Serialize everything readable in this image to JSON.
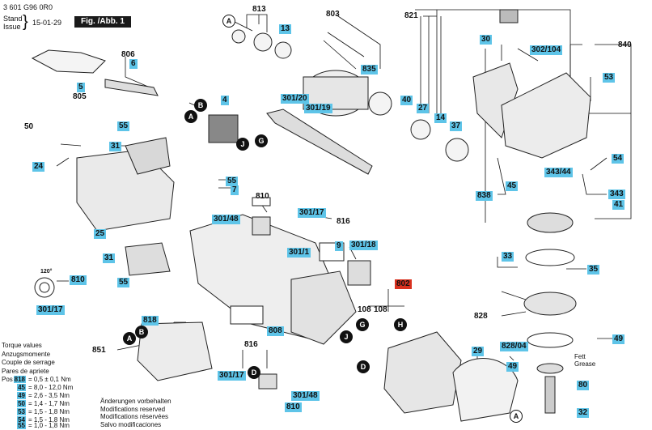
{
  "header": {
    "doc_number": "3 601 G96 0R0",
    "stand_label": "Stand",
    "issue_label": "Issue",
    "date": "15-01-29",
    "figure_label": "Fig. /Abb. 1"
  },
  "part_labels": {
    "p813": "813",
    "p803": "803",
    "p821": "821",
    "p13": "13",
    "p835": "835",
    "p30": "30",
    "p840": "840",
    "p302_104": "302/104",
    "p806": "806",
    "p6": "6",
    "p5": "5",
    "p805": "805",
    "p53a": "53",
    "p40": "40",
    "p27": "27",
    "p14": "14",
    "p37": "37",
    "p4": "4",
    "p301_20": "301/20",
    "p301_19": "301/19",
    "p50": "50",
    "p55a": "55",
    "p31a": "31",
    "p24": "24",
    "p54": "54",
    "p343_44": "343/44",
    "p838": "838",
    "p45a": "45",
    "p343": "343",
    "p41": "41",
    "p55b": "55",
    "p7": "7",
    "p810a": "810",
    "p301_48a": "301/48",
    "p301_17a": "301/17",
    "p816a": "816",
    "p25": "25",
    "p9": "9",
    "p301_18": "301/18",
    "p301_1": "301/1",
    "p33": "33",
    "p35": "35",
    "p31b": "31",
    "p55c": "55",
    "p810b": "810",
    "p301_17b": "301/17",
    "p802": "802",
    "p108a": "108",
    "p108b": "108",
    "p828": "828",
    "p818": "818",
    "p808": "808",
    "p49a": "49",
    "p851": "851",
    "p816b": "816",
    "p29": "29",
    "p828_04": "828/04",
    "p49b": "49",
    "p301_17c": "301/17",
    "p301_48b": "301/48",
    "p810c": "810",
    "p80": "80",
    "p32": "32",
    "angle": "120°"
  },
  "callouts": {
    "A1": "A",
    "B1": "B",
    "A2": "A",
    "G1": "G",
    "J1": "J",
    "A3": "A",
    "B2": "B",
    "J2": "J",
    "G2": "G",
    "H1": "H",
    "D1": "D",
    "D2": "D",
    "A4": "A"
  },
  "torque": {
    "title_en": "Torque values",
    "title_de": "Anzugsmomente",
    "title_fr": "Couple de serrage",
    "title_es": "Pares de apriete",
    "pos_label": "Pos",
    "rows": [
      {
        "pos": "818",
        "value": "= 0,5 ± 0,1 Nm"
      },
      {
        "pos": "45",
        "value": "= 8,0 - 12,0 Nm"
      },
      {
        "pos": "49",
        "value": "= 2,6 - 3,5 Nm"
      },
      {
        "pos": "50",
        "value": "= 1,4 - 1,7 Nm"
      },
      {
        "pos": "53",
        "value": "= 1,5 - 1,8 Nm"
      },
      {
        "pos": "54",
        "value": "= 1,5 - 1,8 Nm"
      },
      {
        "pos": "55",
        "value": "= 1,0 - 1,8 Nm"
      }
    ]
  },
  "notes": {
    "de": "Änderungen vorbehalten",
    "en": "Modifications reserved",
    "fr": "Modifications réservées",
    "es": "Salvo modificaciones"
  },
  "grease": {
    "de": "Fett",
    "en": "Grease"
  },
  "colors": {
    "label_bg": "#5ec4e8",
    "highlight": "#d9311f",
    "line": "#111111"
  }
}
